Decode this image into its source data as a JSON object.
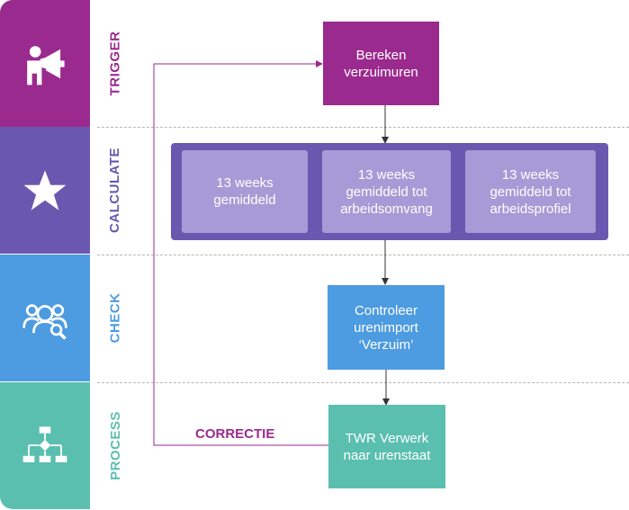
{
  "lanes": [
    {
      "label": "TRIGGER",
      "icon": "megaphone-person-icon",
      "color": "#9b2a8e"
    },
    {
      "label": "CALCULATE",
      "icon": "star-icon",
      "color": "#6a58b0"
    },
    {
      "label": "CHECK",
      "icon": "people-search-icon",
      "color": "#4d9be0"
    },
    {
      "label": "PROCESS",
      "icon": "flowchart-icon",
      "color": "#5bbfb0"
    }
  ],
  "nodes": {
    "trigger": {
      "text": "Bereken\nverzuimuren",
      "color": "#9b2a8e"
    },
    "calculate": {
      "group_color": "#6a58b0",
      "item_color": "#a89ad6",
      "items": [
        "13 weeks\ngemiddeld",
        "13 weeks\ngemiddeld tot\narbeidsomvang",
        "13 weeks\ngemiddeld tot\narbeidsprofiel"
      ]
    },
    "check": {
      "text": "Controleer\nurenimport\n‘Verzuim’",
      "color": "#4d9be0"
    },
    "process": {
      "text": "TWR Verwerk\nnaar urenstaat",
      "color": "#5bbfb0"
    }
  },
  "correction": {
    "label": "CORRECTIE",
    "color": "#9b2a8e"
  }
}
